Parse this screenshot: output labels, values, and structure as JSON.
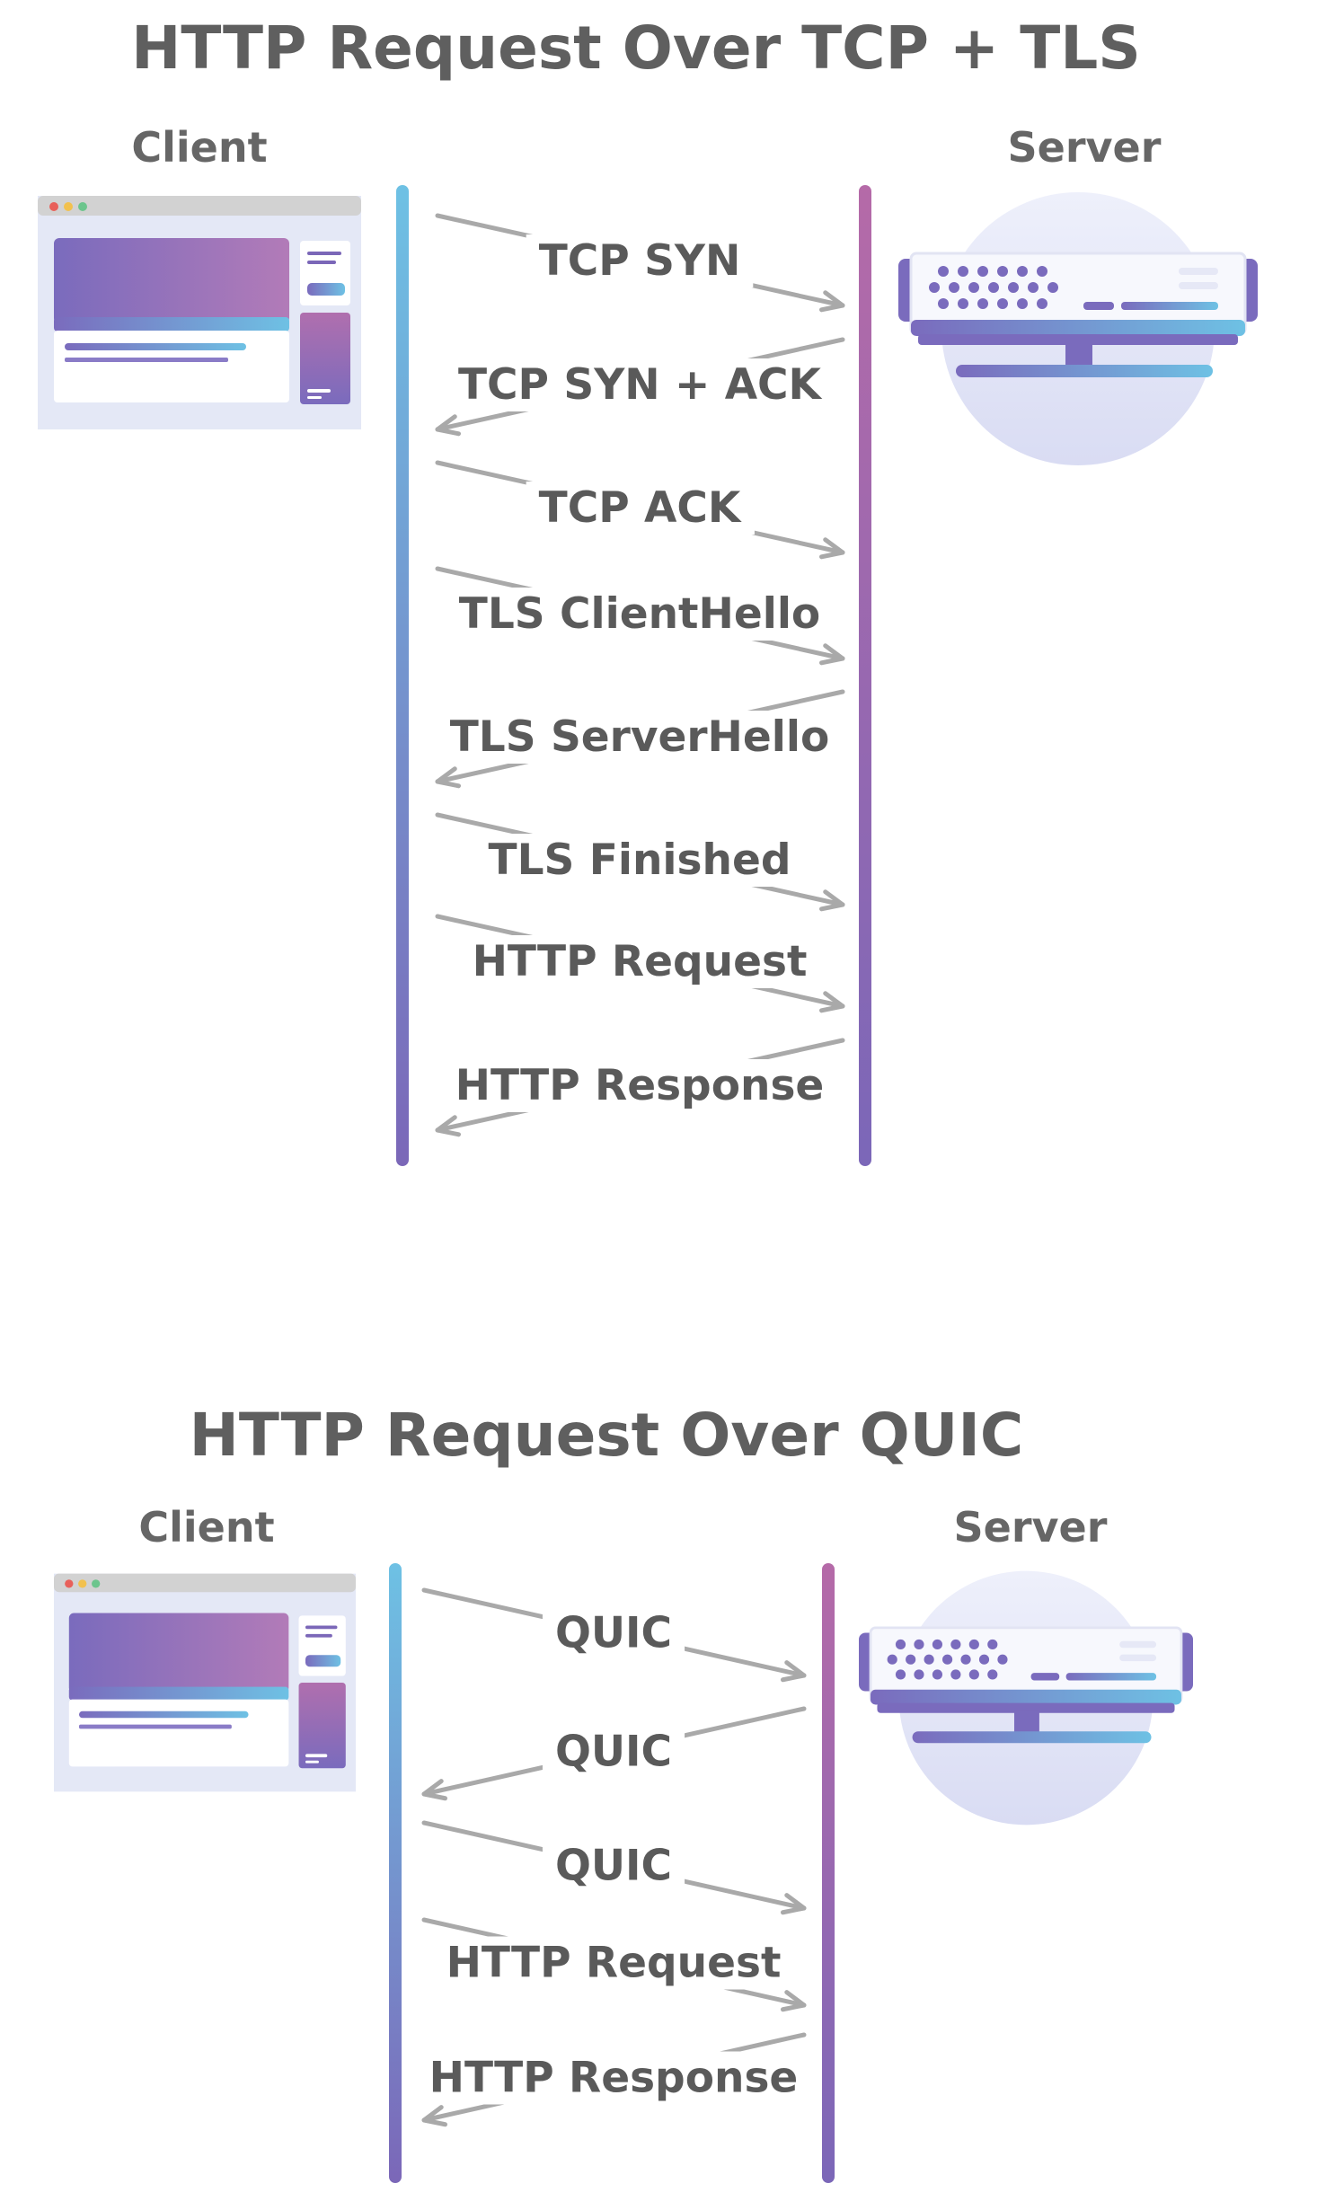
{
  "diagrams": [
    {
      "title": "HTTP Request Over TCP + TLS",
      "client_label": "Client",
      "server_label": "Server",
      "messages": [
        {
          "label": "TCP SYN",
          "direction": "client-to-server"
        },
        {
          "label": "TCP SYN + ACK",
          "direction": "server-to-client"
        },
        {
          "label": "TCP ACK",
          "direction": "client-to-server"
        },
        {
          "label": "TLS ClientHello",
          "direction": "client-to-server"
        },
        {
          "label": "TLS ServerHello",
          "direction": "server-to-client"
        },
        {
          "label": "TLS Finished",
          "direction": "client-to-server"
        },
        {
          "label": "HTTP Request",
          "direction": "client-to-server"
        },
        {
          "label": "HTTP Response",
          "direction": "server-to-client"
        }
      ]
    },
    {
      "title": "HTTP Request Over QUIC",
      "client_label": "Client",
      "server_label": "Server",
      "messages": [
        {
          "label": "QUIC",
          "direction": "client-to-server"
        },
        {
          "label": "QUIC",
          "direction": "server-to-client"
        },
        {
          "label": "QUIC",
          "direction": "client-to-server"
        },
        {
          "label": "HTTP Request",
          "direction": "client-to-server"
        },
        {
          "label": "HTTP Response",
          "direction": "server-to-client"
        }
      ]
    }
  ],
  "icons": {
    "client": "browser-window-icon",
    "server": "server-rack-icon"
  },
  "colors": {
    "lifeline_top": "#6ec1e4",
    "lifeline_bottom": "#7b67b8",
    "server_lifeline_top": "#b56aa8",
    "arrow": "#a9a9a9",
    "text": "#5f5f5f"
  }
}
